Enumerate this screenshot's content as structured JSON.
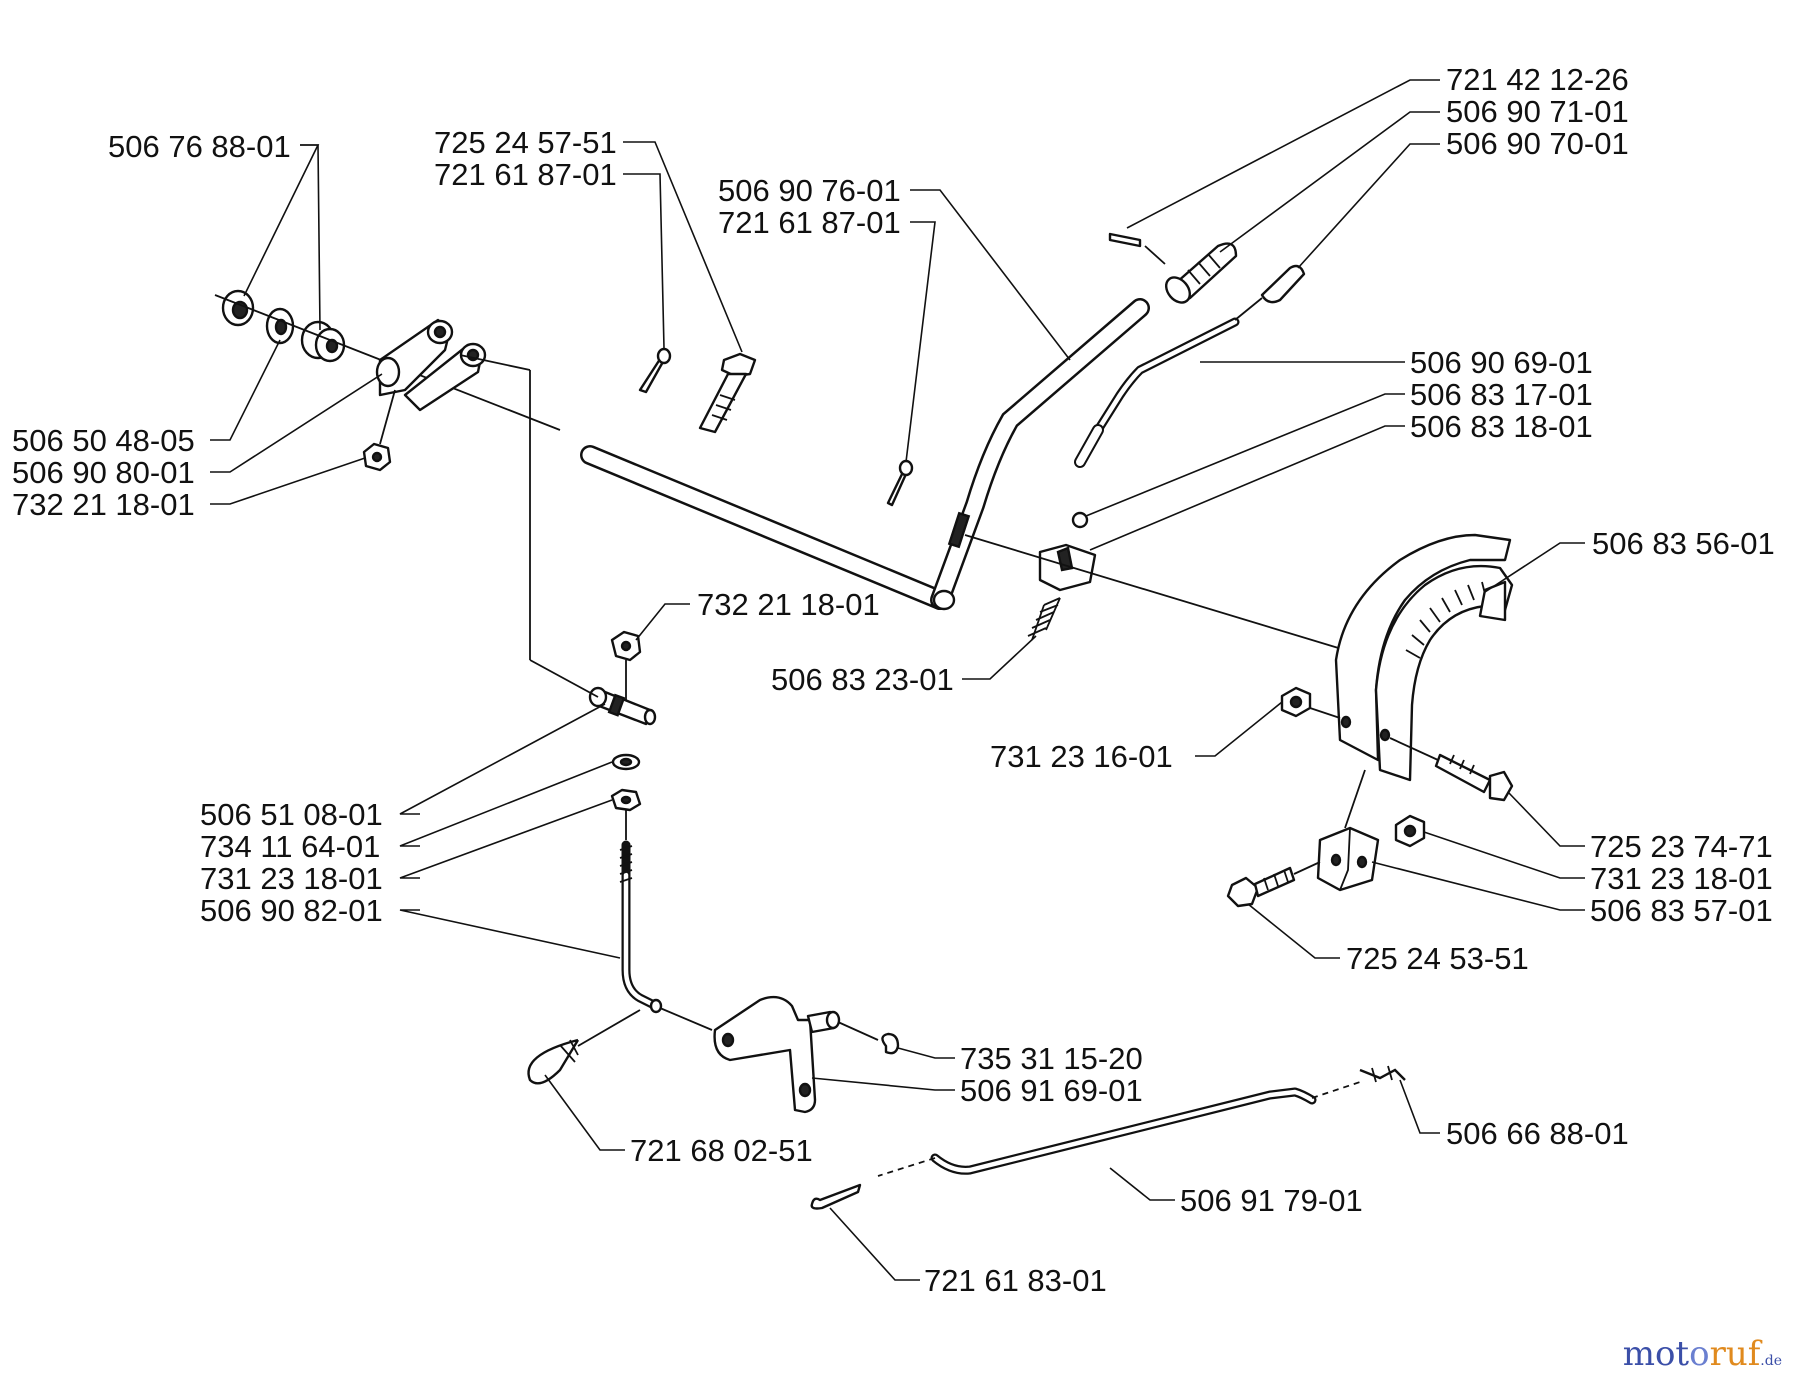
{
  "parts": [
    "721 42 12-26",
    "506 90 71-01",
    "506 90 70-01",
    "506 76 88-01",
    "725 24 57-51",
    "721 61 87-01",
    "506 90 76-01",
    "721 61 87-01",
    "506 90 69-01",
    "506 83 17-01",
    "506 83 18-01",
    "506 50 48-05",
    "506 90 80-01",
    "732 21 18-01",
    "506 83 56-01",
    "732 21 18-01",
    "506 83 23-01",
    "731 23 16-01",
    "506 51 08-01",
    "734 11 64-01",
    "731 23 18-01",
    "506 90 82-01",
    "725 23 74-71",
    "731 23 18-01",
    "506 83 57-01",
    "725 24 53-51",
    "735 31 15-20",
    "506 91 69-01",
    "721 68 02-51",
    "506 66 88-01",
    "506 91 79-01",
    "721 61 83-01"
  ],
  "watermark": {
    "part1": "mot",
    "part2": "o",
    "part3": "ruf",
    "suffix": ".de"
  }
}
